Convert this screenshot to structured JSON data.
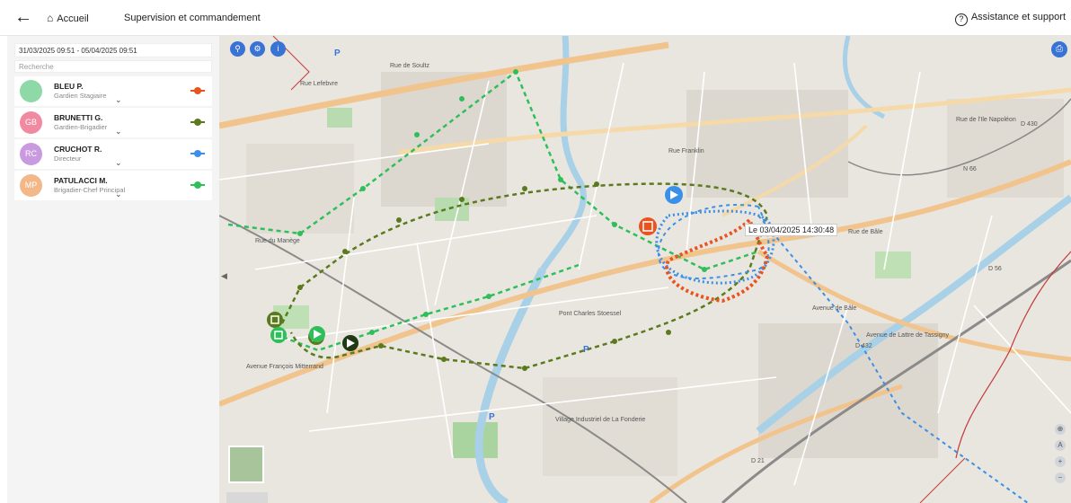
{
  "header": {
    "back_icon": "arrow-left-icon",
    "home_label": "Accueil",
    "home_icon": "house-icon",
    "title": "Supervision et commandement",
    "help_label": "Assistance et support",
    "help_icon": "question-circle-icon"
  },
  "sidebar": {
    "date_range": "31/03/2025 09:51 - 05/04/2025 09:51",
    "search_placeholder": "Recherche",
    "agents": [
      {
        "initials": "",
        "name": "BLEU P.",
        "role": "Gardien Stagiaire",
        "avatar_color": "#8fd8a8",
        "track_color": "#e8531f"
      },
      {
        "initials": "GB",
        "name": "BRUNETTI G.",
        "role": "Gardien-Brigadier",
        "avatar_color": "#f08aa0",
        "track_color": "#5b7a1e"
      },
      {
        "initials": "RC",
        "name": "CRUCHOT R.",
        "role": "Directeur",
        "avatar_color": "#c99ae0",
        "track_color": "#3a8fe8"
      },
      {
        "initials": "MP",
        "name": "PATULACCI M.",
        "role": "Brigadier-Chef Principal",
        "avatar_color": "#f2b88a",
        "track_color": "#2fbf5a"
      }
    ]
  },
  "map": {
    "tooltip": "Le 03/04/2025 14:30:48",
    "tools": [
      "search-icon",
      "settings-icon",
      "info-icon"
    ],
    "labels": [
      {
        "text": "Avenue François Mitterrand"
      },
      {
        "text": "Rue Franklin"
      },
      {
        "text": "Rue de Bâle"
      },
      {
        "text": "Avenue de Bâle"
      },
      {
        "text": "Rue de Soultz"
      },
      {
        "text": "Avenue de Lattre de Tassigny"
      },
      {
        "text": "Pont Charles Stoessel"
      },
      {
        "text": "Village Industriel de La Fonderie"
      },
      {
        "text": "Rue du Manège"
      },
      {
        "text": "Rue Lefebvre"
      },
      {
        "text": "Rue de l'Ile Napoléon"
      },
      {
        "text": "D 430"
      },
      {
        "text": "N 66"
      },
      {
        "text": "D 432"
      },
      {
        "text": "D 56"
      },
      {
        "text": "D 21"
      }
    ]
  }
}
